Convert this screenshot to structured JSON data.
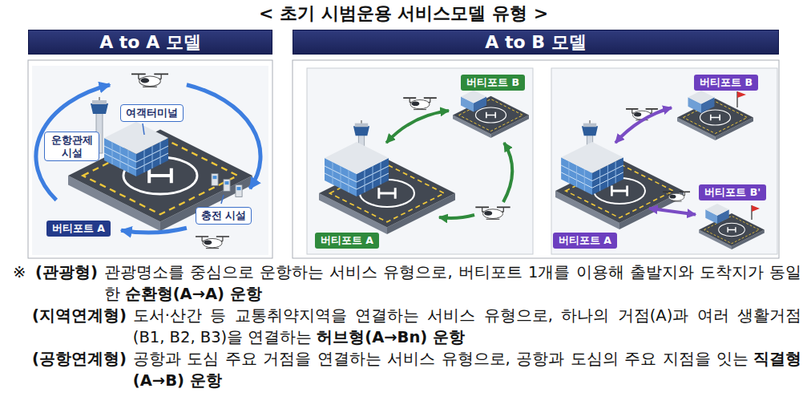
{
  "diagram": {
    "title": "< 초기 시범운용 서비스모델 유형 >",
    "nodes": [
      {
        "text": [
          "A to A 모델"
        ]
      },
      {
        "text": [
          "A to B 모델"
        ]
      },
      {
        "text": [
          "여객터미널"
        ]
      },
      {
        "text": [
          "운항관제 시설"
        ]
      },
      {
        "text": [
          "충전 시설"
        ]
      },
      {
        "text": [
          "버티포트 A"
        ]
      },
      {
        "text": [
          "버티포트 B"
        ]
      },
      {
        "text": [
          "버티포트 A"
        ]
      },
      {
        "text": [
          "버티포트 B"
        ]
      },
      {
        "text": [
          "버티포트 B'"
        ]
      },
      {
        "text": [
          "버티포트 A"
        ]
      }
    ],
    "edges": [
      {
        "from": 7,
        "to": 6,
        "arrow": "both"
      },
      {
        "from": 10,
        "to": 8,
        "arrow": "both"
      },
      {
        "from": 10,
        "to": 9,
        "arrow": "both"
      }
    ],
    "labels": [
      "※",
      "(관광형)",
      "관광명소를 중심으로 운항하는 서비스 유형으로, 버티포트 1개를 이용해 출발지와 도착지가 동일한",
      "순환형(A→A) 운항",
      "(지역연계형)",
      "도서·산간 등 교통취약지역을 연결하는 서비스 유형으로, 하나의 거점(A)과 여러 생활거점(B1, B2, B3)을 연결하는",
      "허브형(A→Bn) 운항",
      "(공항연계형)",
      "공항과 도심 주요 거점을 연결하는 서비스 유형으로, 공항과 도심의 주요 지점을 잇는",
      "직결형(A→B) 운항"
    ]
  }
}
